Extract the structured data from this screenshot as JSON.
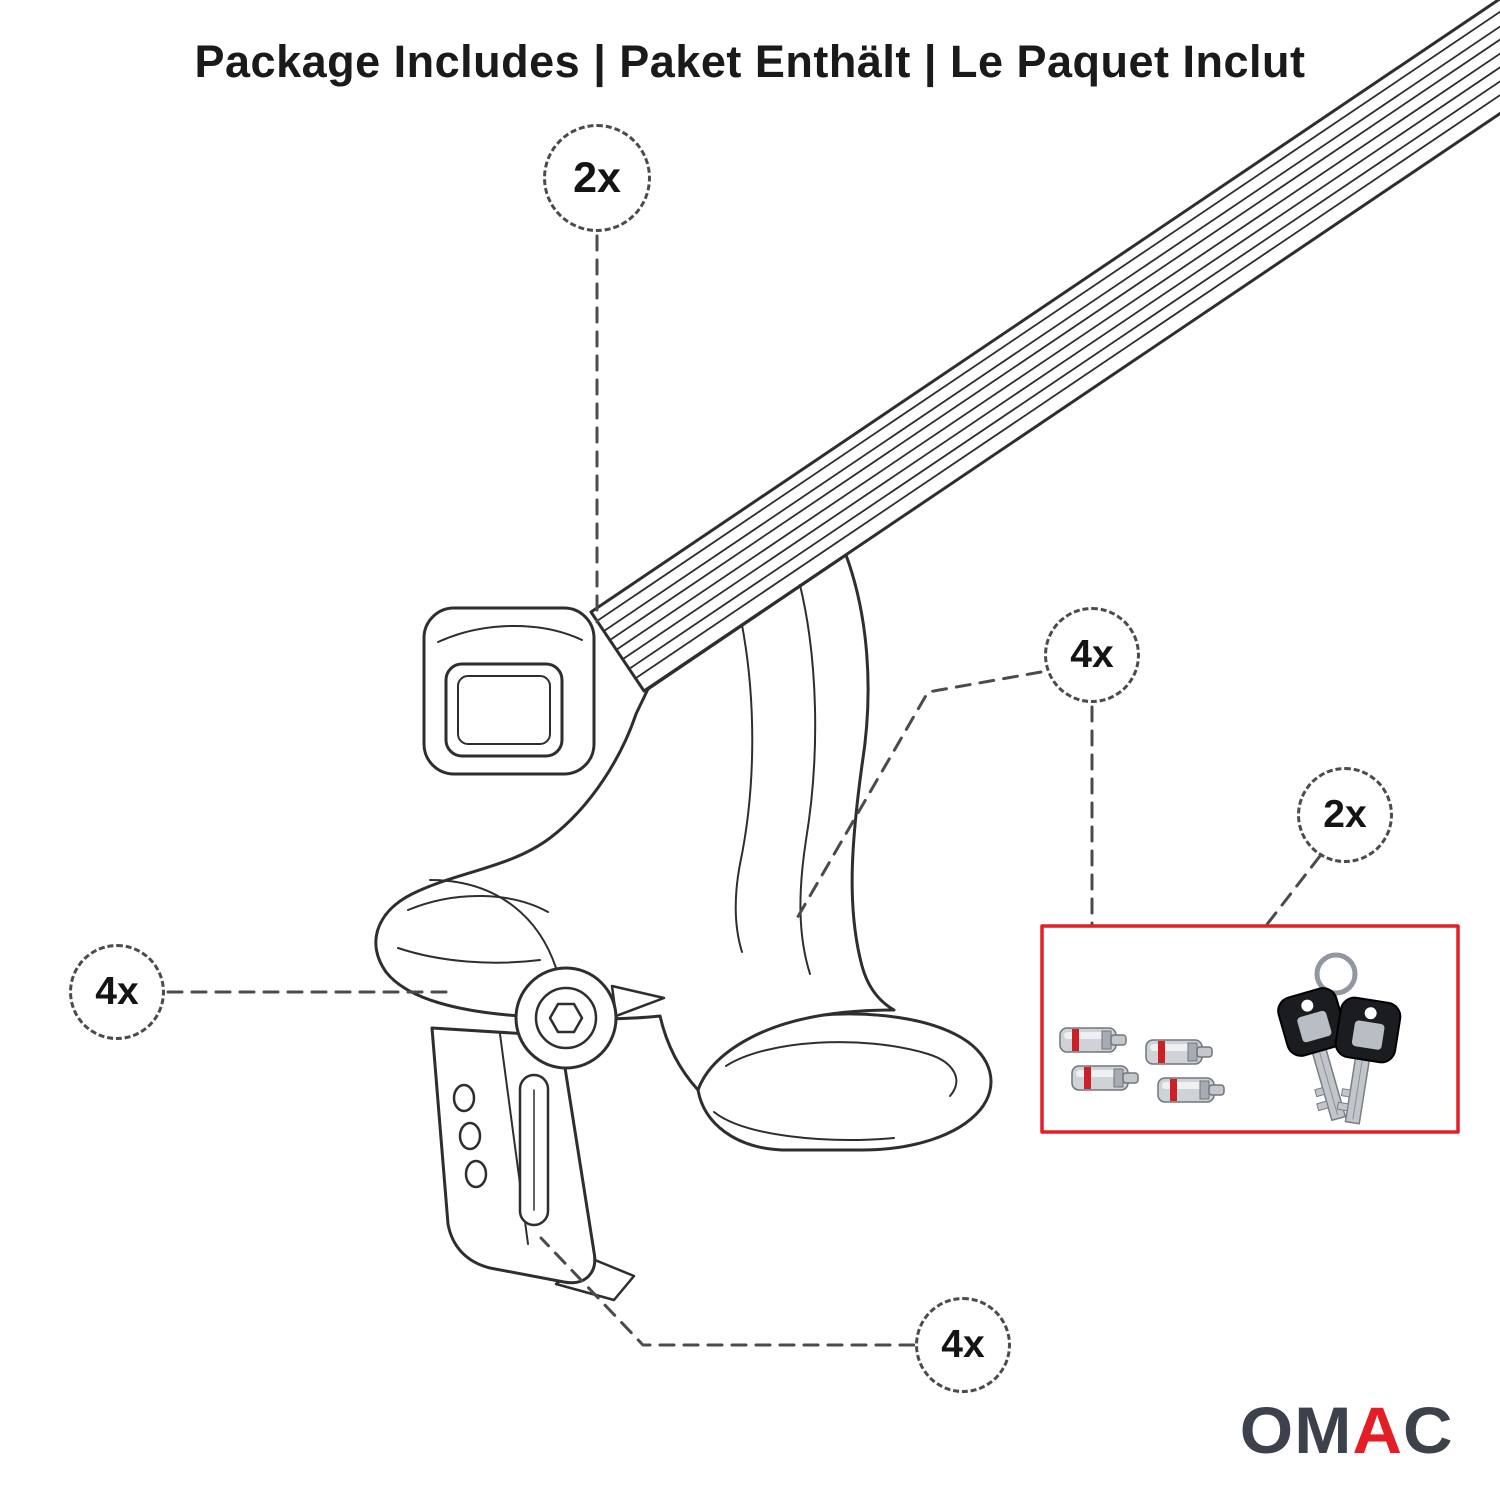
{
  "title": "Package Includes | Paket Enthält | Le Paquet Inclut",
  "callouts": {
    "crossbar": {
      "label": "2x"
    },
    "foot": {
      "label": "4x"
    },
    "locks": {
      "label": "4x"
    },
    "keys": {
      "label": "2x"
    },
    "clamp": {
      "label": "4x"
    }
  },
  "logo": {
    "part1": "OM",
    "part2": "A",
    "part3": "C"
  },
  "colors": {
    "accent_red": "#e31e26",
    "line_dark": "#2e2e2e",
    "dash_gray": "#4b4b4b"
  }
}
